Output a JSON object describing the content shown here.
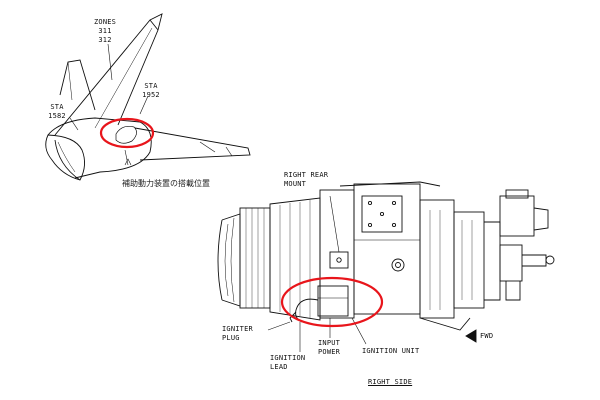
{
  "tail_view": {
    "zones_title": "ZONES",
    "zone_a": "311",
    "zone_b": "312",
    "sta_left_title": "STA",
    "sta_left_value": "1582",
    "sta_right_title": "STA",
    "sta_right_value": "1952",
    "caption": "補助動力装置の搭載位置"
  },
  "engine_view": {
    "right_rear_mount_1": "RIGHT REAR",
    "right_rear_mount_2": "MOUNT",
    "igniter_plug_1": "IGNITER",
    "igniter_plug_2": "PLUG",
    "ignition_lead_1": "IGNITION",
    "ignition_lead_2": "LEAD",
    "input_power_1": "INPUT",
    "input_power_2": "POWER",
    "ignition_unit": "IGNITION UNIT",
    "fwd": "FWD",
    "right_side": "RIGHT SIDE"
  },
  "colors": {
    "highlight": "#e8151b",
    "line": "#111111"
  }
}
